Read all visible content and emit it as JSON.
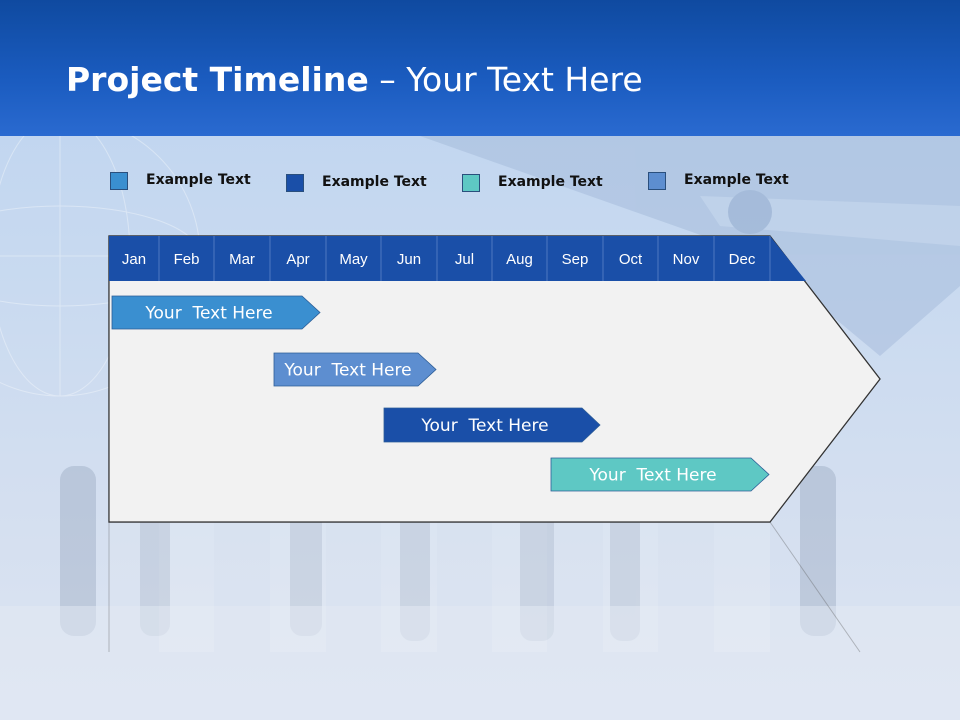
{
  "header": {
    "title_bold": "Project Timeline",
    "title_rest": " – Your Text Here"
  },
  "legend": [
    {
      "label": "Example Text",
      "color": "#3a8fd0"
    },
    {
      "label": "Example Text",
      "color": "#1a4fa8"
    },
    {
      "label": "Example Text",
      "color": "#5ec8c4"
    },
    {
      "label": "Example Text",
      "color": "#5d8ed0"
    }
  ],
  "timeline": {
    "months": [
      "Jan",
      "Feb",
      "Mar",
      "Apr",
      "May",
      "Jun",
      "Jul",
      "Aug",
      "Sep",
      "Oct",
      "Nov",
      "Dec"
    ],
    "header_color": "#1a4fa8",
    "tasks": [
      {
        "label": "Your  Text Here",
        "color": "#3a8fd0"
      },
      {
        "label": "Your  Text Here",
        "color": "#5d8ed0"
      },
      {
        "label": "Your  Text Here",
        "color": "#1a4fa8"
      },
      {
        "label": "Your  Text Here",
        "color": "#5ec8c4"
      }
    ]
  }
}
